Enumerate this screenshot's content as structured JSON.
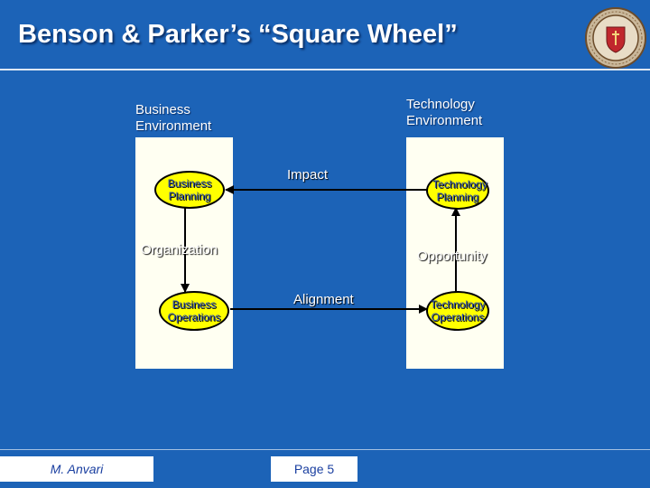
{
  "slide": {
    "title": "Benson & Parker’s “Square Wheel”"
  },
  "left_column": {
    "heading": "Business Environment",
    "planning": "Business Planning",
    "middle_label": "Organization",
    "operations": "Business Operations"
  },
  "right_column": {
    "heading": "Technology Environment",
    "planning": "Technology Planning",
    "middle_label": "Opportunity",
    "operations": "Technology Operations"
  },
  "connectors": {
    "top": "Impact",
    "bottom": "Alignment"
  },
  "footer": {
    "author": "M. Anvari",
    "page": "Page 5"
  },
  "colors": {
    "background": "#1c63b7",
    "panel": "#fffff2",
    "oval": "#ffff00"
  }
}
